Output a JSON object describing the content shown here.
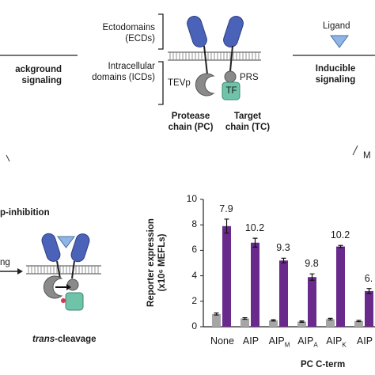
{
  "top": {
    "ecd_label_1": "Ectodomains",
    "ecd_label_2": "(ECDs)",
    "icd_label_1": "Intracellular",
    "icd_label_2": "domains (ICDs)",
    "tevp": "TEVp",
    "prs": "PRS",
    "tf": "TF",
    "pc_1": "Protease",
    "pc_2": "chain (PC)",
    "tc_1": "Target",
    "tc_2": "chain (TC)",
    "left_1": "ackground",
    "left_2": "signaling",
    "ligand": "Ligand",
    "right_1": "Inducible",
    "right_2": "signaling",
    "right_edge": "M"
  },
  "bottom_left": {
    "title": "p-inhibition",
    "input_fragment": "ng",
    "caption_italic": "trans",
    "caption_rest": "-cleavage"
  },
  "chart_data": {
    "type": "bar",
    "ylabel_1": "Reporter expression",
    "ylabel_2": "(x10⁶ MEFLs)",
    "xlabel": "PC C-term",
    "ylim": [
      0,
      10
    ],
    "yticks": [
      "0",
      "2",
      "4",
      "6",
      "8",
      "10"
    ],
    "categories": [
      "None",
      "AIP",
      "AIP_M",
      "AIP_A",
      "AIP_K",
      "AIP"
    ],
    "category_main": [
      "None",
      "AIP",
      "AIP",
      "AIP",
      "AIP",
      "AIP"
    ],
    "category_sub": [
      "",
      "",
      "M",
      "A",
      "K",
      ""
    ],
    "series": [
      {
        "values": [
          1.0,
          0.65,
          0.5,
          0.4,
          0.6,
          0.45
        ],
        "color": "#a6a6a6"
      },
      {
        "values": [
          7.9,
          6.6,
          5.2,
          3.9,
          6.3,
          2.8
        ],
        "color": "#6a2a8c"
      }
    ],
    "errors": [
      [
        0.08,
        0.06,
        0.05,
        0.05,
        0.06,
        0.05
      ],
      [
        0.55,
        0.35,
        0.18,
        0.25,
        0.08,
        0.2
      ]
    ],
    "annotations": [
      "7.9",
      "10.2",
      "9.3",
      "9.8",
      "10.2",
      "6."
    ]
  },
  "colors": {
    "receptor_blue": "#4a62b8",
    "ligand_blue": "#8fb4e6",
    "protease_gray": "#8a8a8a",
    "tf_teal": "#6fc3a8",
    "purple": "#6a2a8c",
    "gray_bar": "#a6a6a6"
  }
}
